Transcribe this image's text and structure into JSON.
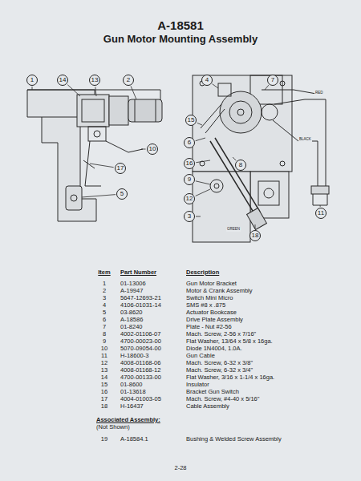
{
  "diagram": {
    "title": "A-18581",
    "nodes": [
      {
        "text": [
          "1"
        ]
      },
      {
        "text": [
          "14"
        ]
      },
      {
        "text": [
          "13"
        ]
      },
      {
        "text": [
          "2"
        ]
      },
      {
        "text": [
          "10"
        ]
      },
      {
        "text": [
          "17"
        ]
      },
      {
        "text": [
          "5"
        ]
      },
      {
        "text": [
          "4"
        ]
      },
      {
        "text": [
          "7"
        ]
      },
      {
        "text": [
          "15"
        ]
      },
      {
        "text": [
          "6"
        ]
      },
      {
        "text": [
          "16"
        ]
      },
      {
        "text": [
          "9"
        ]
      },
      {
        "text": [
          "12"
        ]
      },
      {
        "text": [
          "3"
        ]
      },
      {
        "text": [
          "8"
        ]
      },
      {
        "text": [
          "18"
        ]
      },
      {
        "text": [
          "11"
        ]
      }
    ],
    "labels": [
      "Gun Motor Mounting Assembly",
      "RED",
      "BLACK",
      "GREEN",
      "Item",
      "Part Number",
      "Description",
      "1",
      "01-13006",
      "Gun Motor Bracket",
      "2",
      "A-19947",
      "Motor & Crank Assembly",
      "3",
      "5647-12693-21",
      "Switch Mini Micro",
      "4",
      "4106-01031-14",
      "SMS #8 x .875",
      "5",
      "03-8620",
      "Actuator Bookcase",
      "6",
      "A-18586",
      "Drive Plate Assembly",
      "7",
      "01-8240",
      "Plate - Nut #2-56",
      "8",
      "4002-01106-07",
      "Mach. Screw, 2-56 x 7/16\"",
      "9",
      "4700-00023-00",
      "Flat Washer, 13/64 x 5/8 x 16ga.",
      "10",
      "5070-09054-00",
      "Diode 1N4004, 1.0A.",
      "11",
      "H-18600-3",
      "Gun Cable",
      "12",
      "4008-01168-06",
      "Mach. Screw, 6-32 x 3/8\"",
      "13",
      "4008-01168-12",
      "Mach. Screw, 6-32 x 3/4\"",
      "14",
      "4700-00133-00",
      "Flat Washer, 3/16 x 1-1/4 x 16ga.",
      "15",
      "01-8600",
      "Insulator",
      "16",
      "01-13618",
      "Bracket Gun Switch",
      "17",
      "4004-01003-05",
      "Mach. Screw, #4-40 x 5/16\"",
      "18",
      "H-16437",
      "Cable Assembly",
      "Associated Assembly:",
      "(Not Shown)",
      "19",
      "A-18584.1",
      "Bushing & Welded Screw Assembly",
      "2-28"
    ]
  }
}
